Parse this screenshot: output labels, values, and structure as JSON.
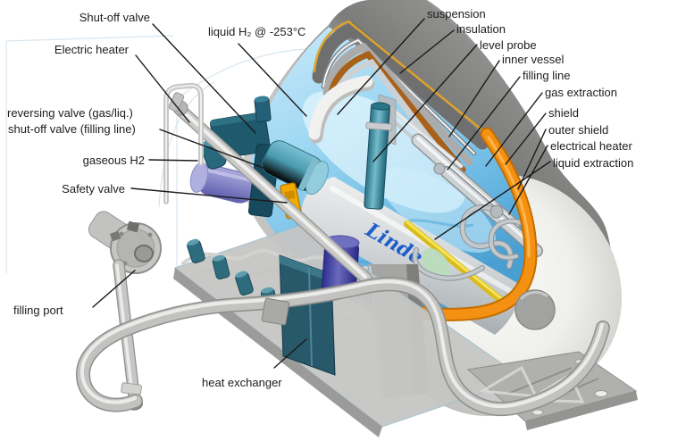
{
  "labels": {
    "shut_off_valve": "Shut-off valve",
    "electric_heater": "Electric heater",
    "liquid_h2": "liquid H₂ @ -253°C",
    "reversing_valve": "reversing valve (gas/liq.)",
    "shut_off_valve_filling": "shut-off valve (filling line)",
    "gaseous_h2": "gaseous H2",
    "safety_valve": "Safety valve",
    "filling_port": "filling port",
    "heat_exchanger": "heat exchanger",
    "suspension": "suspension",
    "insulation": "insulation",
    "level_probe": "level probe",
    "inner_vessel": "inner vessel",
    "filling_line": "filling line",
    "gas_extraction": "gas extraction",
    "shield": "shield",
    "outer_shield": "outer shield",
    "electrical_heater": "electrical heater",
    "liquid_extraction": "liquid extraction"
  },
  "logo": {
    "brand": "Linde"
  },
  "colors": {
    "insulation_orange": "#f59112",
    "shield_brown": "#a96018",
    "liquid_blue": "#7ec4ea",
    "equipment_teal": "#1f5a6c",
    "pump_teal": "#63aec2",
    "heater_yellow": "#f2aa00",
    "component_purple": "#8a8ace",
    "component_navy": "#34349a",
    "shell_gray": "#c2c2c0",
    "linde_blue": "#1e5ec8",
    "label_text": "#1c1c1c"
  }
}
